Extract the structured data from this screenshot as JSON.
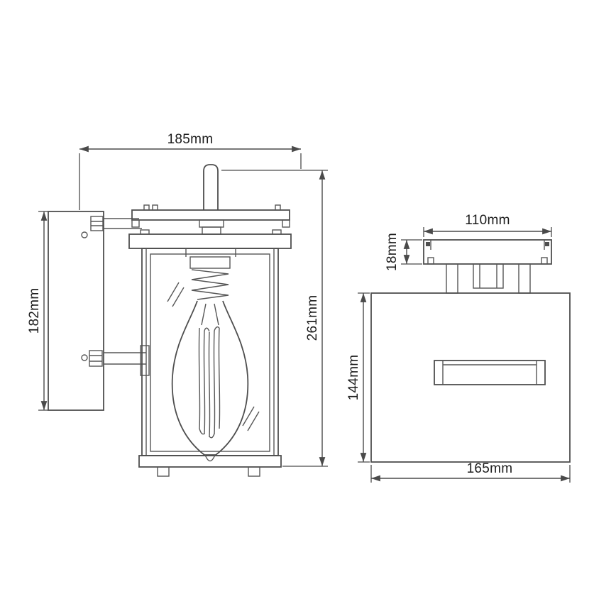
{
  "drawing": {
    "side_view": {
      "width_label": "185mm",
      "backplate_height_label": "182mm",
      "total_height_label": "261mm"
    },
    "top_view": {
      "top_width_label": "110mm",
      "plate_depth_label": "18mm",
      "body_depth_label": "144mm",
      "body_width_label": "165mm"
    }
  }
}
